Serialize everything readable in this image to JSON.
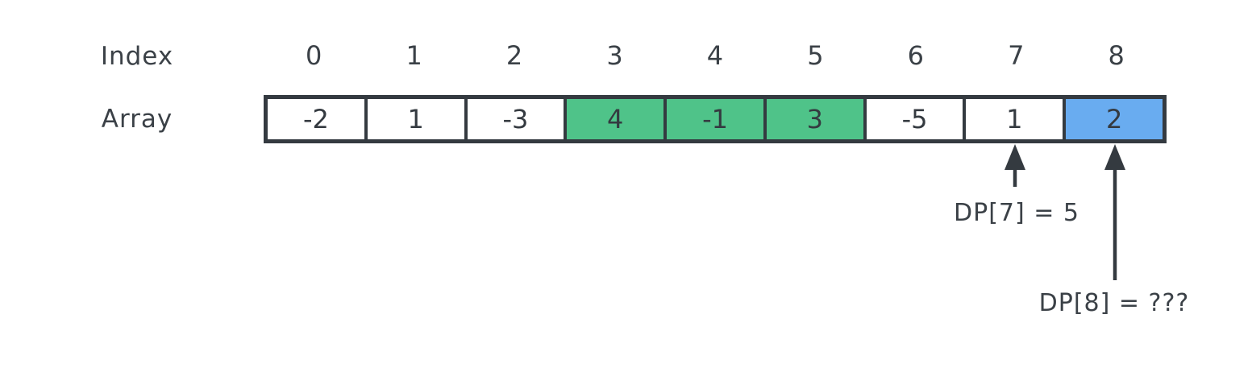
{
  "colors": {
    "stroke": "#343a40",
    "label_text": "#3b4147",
    "cell_green": "#4fc389",
    "cell_blue": "#69acf0",
    "cell_white": "#ffffff",
    "canvas_bg": "#ffffff"
  },
  "index_row": {
    "label": "Index",
    "indices": [
      "0",
      "1",
      "2",
      "3",
      "4",
      "5",
      "6",
      "7",
      "8"
    ]
  },
  "array_row": {
    "label": "Array",
    "cells": [
      {
        "value": "-2",
        "fill": "white"
      },
      {
        "value": "1",
        "fill": "white"
      },
      {
        "value": "-3",
        "fill": "white"
      },
      {
        "value": "4",
        "fill": "green"
      },
      {
        "value": "-1",
        "fill": "green"
      },
      {
        "value": "3",
        "fill": "green"
      },
      {
        "value": "-5",
        "fill": "white"
      },
      {
        "value": "1",
        "fill": "white"
      },
      {
        "value": "2",
        "fill": "blue"
      }
    ]
  },
  "annotations": [
    {
      "target_index": "7",
      "label": "DP[7] = 5"
    },
    {
      "target_index": "8",
      "label": "DP[8] = ???"
    }
  ]
}
